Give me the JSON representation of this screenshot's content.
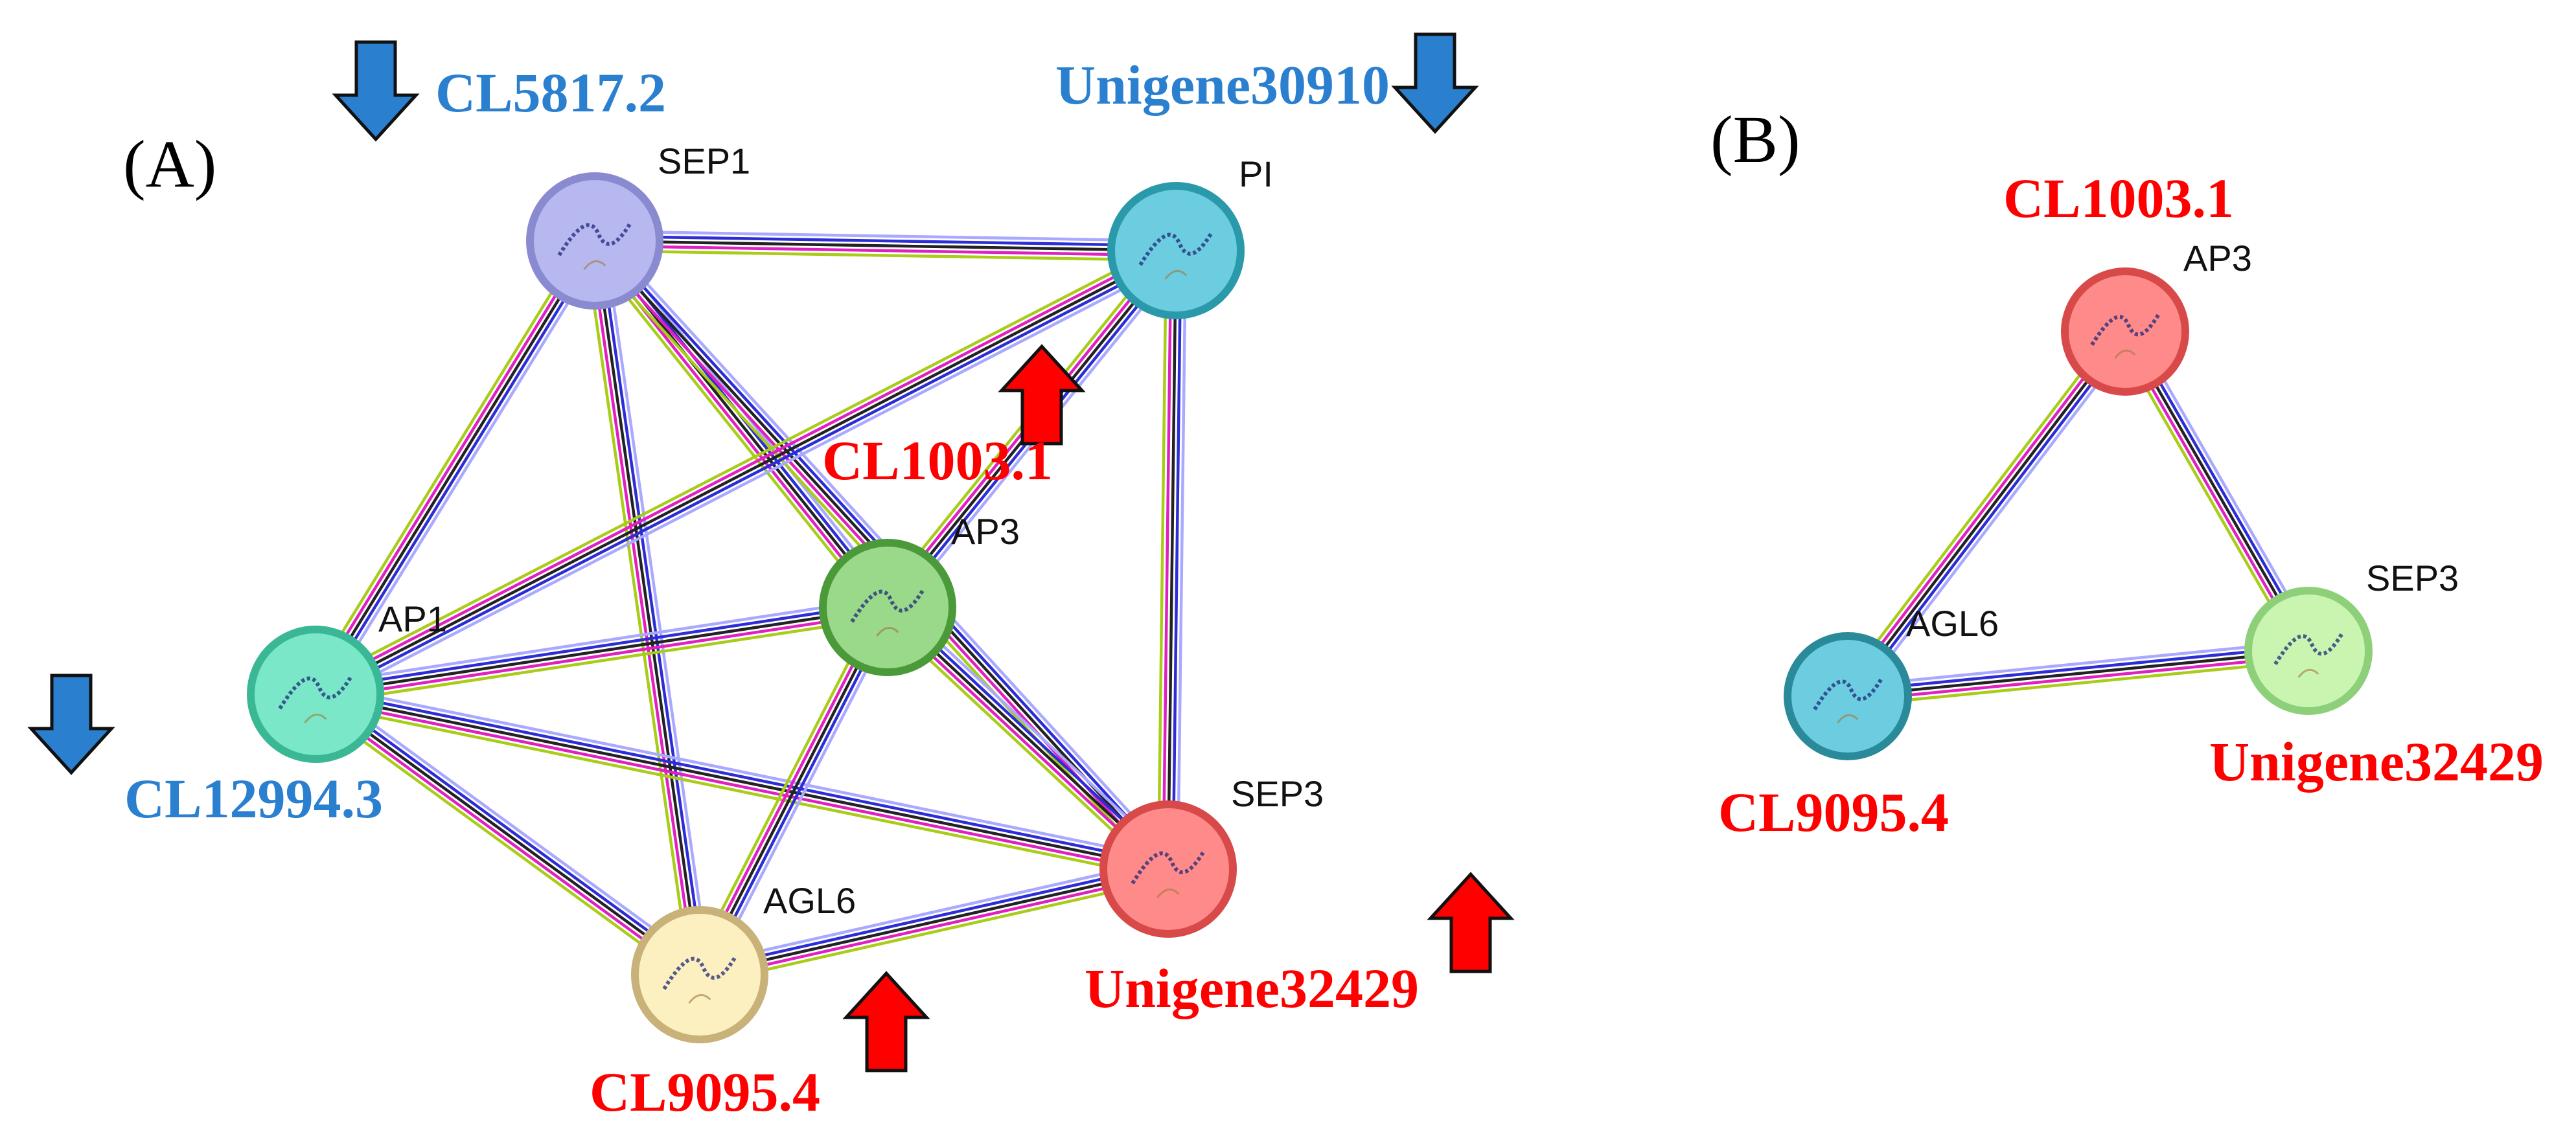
{
  "colors": {
    "down": "#2a7fcf",
    "up": "#ff0000",
    "edge_channels": [
      "#a9a9ff",
      "#2d2dd6",
      "#222222",
      "#e020c0",
      "#a8cc18"
    ]
  },
  "panels": [
    {
      "id": "A",
      "label": "(A)",
      "nodes": [
        {
          "id": "SEP1",
          "label": "SEP1",
          "color": "#b8b8f0",
          "border": "#8a8ad0",
          "gene": "CL5817.2",
          "regulation": "down"
        },
        {
          "id": "PI",
          "label": "PI",
          "color": "#6ccde0",
          "border": "#2a9aaa",
          "gene": "Unigene30910",
          "regulation": "down"
        },
        {
          "id": "AP3",
          "label": "AP3",
          "color": "#9ad88a",
          "border": "#4a9a3a",
          "gene": "CL1003.1",
          "regulation": "up"
        },
        {
          "id": "AP1",
          "label": "AP1",
          "color": "#7ae8c8",
          "border": "#3ab896",
          "gene": "CL12994.3",
          "regulation": "down"
        },
        {
          "id": "SEP3",
          "label": "SEP3",
          "color": "#ff8a8a",
          "border": "#d84a4a",
          "gene": "Unigene32429",
          "regulation": "up"
        },
        {
          "id": "AGL6",
          "label": "AGL6",
          "color": "#fdf0c0",
          "border": "#c9b27a",
          "gene": "CL9095.4",
          "regulation": "up"
        }
      ],
      "edges": [
        [
          "SEP1",
          "PI"
        ],
        [
          "SEP1",
          "AP1"
        ],
        [
          "SEP1",
          "AP3"
        ],
        [
          "SEP1",
          "SEP3"
        ],
        [
          "SEP1",
          "AGL6"
        ],
        [
          "PI",
          "AP1"
        ],
        [
          "PI",
          "AP3"
        ],
        [
          "PI",
          "SEP3"
        ],
        [
          "AP1",
          "AP3"
        ],
        [
          "AP1",
          "SEP3"
        ],
        [
          "AP1",
          "AGL6"
        ],
        [
          "AP3",
          "SEP3"
        ],
        [
          "AP3",
          "AGL6"
        ],
        [
          "AGL6",
          "SEP3"
        ]
      ]
    },
    {
      "id": "B",
      "label": "(B)",
      "nodes": [
        {
          "id": "AP3",
          "label": "AP3",
          "color": "#ff8a8a",
          "border": "#d84a4a",
          "gene": "CL1003.1",
          "regulation": "up"
        },
        {
          "id": "SEP3",
          "label": "SEP3",
          "color": "#caf5b0",
          "border": "#8ed07a",
          "gene": "Unigene32429",
          "regulation": "up"
        },
        {
          "id": "AGL6",
          "label": "AGL6",
          "color": "#6ccde0",
          "border": "#2a8a9a",
          "gene": "CL9095.4",
          "regulation": "up"
        }
      ],
      "edges": [
        [
          "AP3",
          "AGL6"
        ],
        [
          "AP3",
          "SEP3"
        ],
        [
          "AGL6",
          "SEP3"
        ]
      ]
    }
  ]
}
